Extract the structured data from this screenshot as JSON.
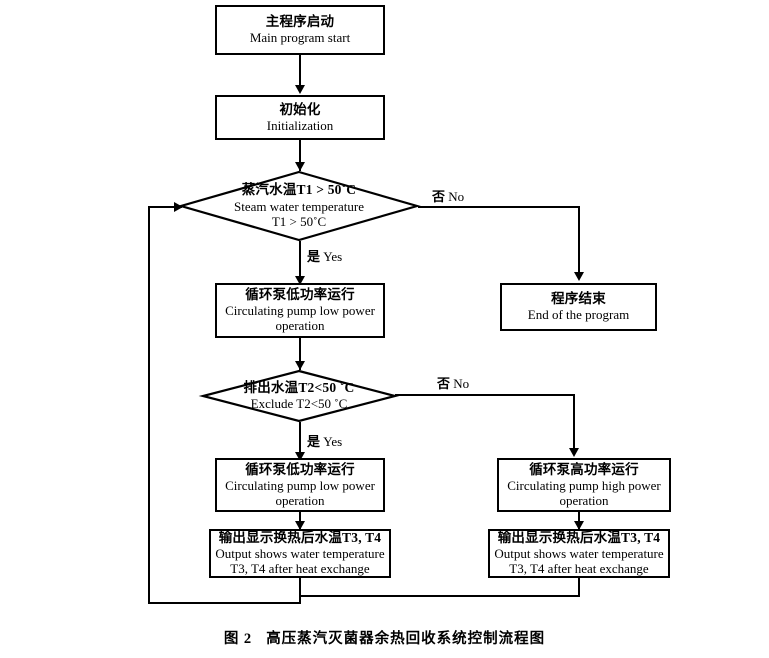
{
  "figure": {
    "caption_label": "图 2",
    "caption_text": "高压蒸汽灭菌器余热回收系统控制流程图",
    "type": "flowchart",
    "line_color": "#000000",
    "background_color": "#ffffff"
  },
  "nodes": {
    "start": {
      "shape": "process",
      "cn": "主程序启动",
      "en": "Main program start"
    },
    "init": {
      "shape": "process",
      "cn": "初始化",
      "en": "Initialization"
    },
    "decision1": {
      "shape": "decision",
      "cn": "蒸汽水温T1 > 50˚C",
      "en": "Steam water temperature",
      "en2": "T1 > 50˚C"
    },
    "pump_low_1": {
      "shape": "process",
      "cn": "循环泵低功率运行",
      "en": "Circulating pump low power",
      "en2": "operation"
    },
    "end_program": {
      "shape": "process",
      "cn": "程序结束",
      "en": "End of the program"
    },
    "decision2": {
      "shape": "decision",
      "cn": "排出水温T2<50 ˚C",
      "en": "Exclude T2<50 ˚C"
    },
    "pump_low_2": {
      "shape": "process",
      "cn": "循环泵低功率运行",
      "en": "Circulating pump low power",
      "en2": "operation"
    },
    "pump_high": {
      "shape": "process",
      "cn": "循环泵高功率运行",
      "en": "Circulating pump high power",
      "en2": "operation"
    },
    "output_left": {
      "shape": "process",
      "cn": "输出显示换热后水温T3, T4",
      "en": "Output shows water temperature",
      "en2": "T3, T4 after heat exchange"
    },
    "output_right": {
      "shape": "process",
      "cn": "输出显示换热后水温T3, T4",
      "en": "Output shows water temperature",
      "en2": "T3, T4 after heat exchange"
    }
  },
  "branches": {
    "d1_no_cn": "否",
    "d1_no_en": "No",
    "d1_yes_cn": "是",
    "d1_yes_en": "Yes",
    "d2_no_cn": "否",
    "d2_no_en": "No",
    "d2_yes_cn": "是",
    "d2_yes_en": "Yes"
  }
}
